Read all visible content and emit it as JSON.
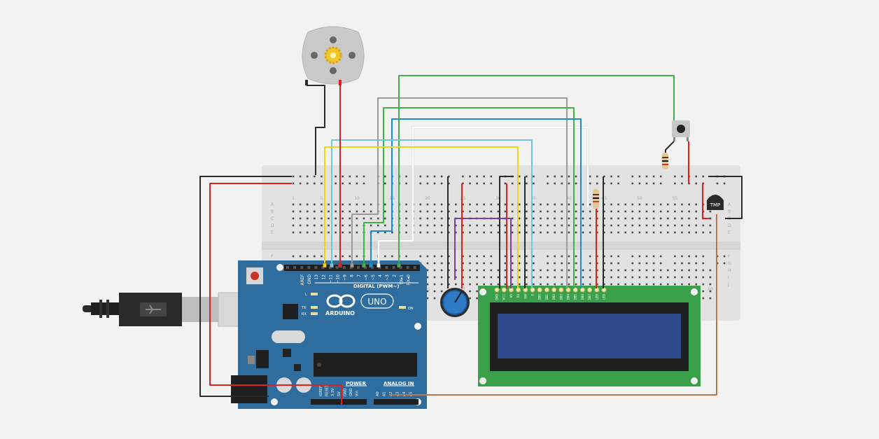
{
  "arduino": {
    "brand": "ARDUINO",
    "model": "UNO",
    "digital_label": "DIGITAL (PWM~)",
    "power_label": "POWER",
    "analog_label": "ANALOG IN",
    "on_label": "ON",
    "led_labels": [
      "L",
      "TX",
      "RX"
    ],
    "digital_pins": [
      "AREF",
      "GND",
      "13",
      "12",
      "~11",
      "~10",
      "~9",
      "8",
      "7",
      "~6",
      "~5",
      "4",
      "~3",
      "2",
      "TX▸1",
      "RX◂0"
    ],
    "power_pins": [
      "IOREF",
      "RESET",
      "3.3V",
      "5V",
      "GND",
      "GND",
      "Vin"
    ],
    "analog_pins": [
      "A0",
      "A1",
      "A2",
      "A3",
      "A4",
      "A5"
    ]
  },
  "breadboard": {
    "row_letters_top": [
      "A",
      "B",
      "C",
      "D",
      "E"
    ],
    "row_letters_bottom": [
      "F",
      "G",
      "H",
      "I",
      "J"
    ],
    "column_numbers": [
      "1",
      "5",
      "10",
      "15",
      "20",
      "25",
      "30",
      "35",
      "40",
      "45",
      "50",
      "55",
      "60"
    ]
  },
  "lcd": {
    "pins": [
      "GND",
      "VCC",
      "V0",
      "RS",
      "RW",
      "E",
      "DB0",
      "DB1",
      "DB2",
      "DB3",
      "DB4",
      "DB5",
      "DB6",
      "DB7",
      "LED",
      "LED"
    ]
  },
  "sensor": {
    "label": "TMP"
  },
  "colors": {
    "red": "#e0201b",
    "black": "#2a2a2a",
    "yellow": "#f2d31a",
    "green": "#3fb34a",
    "gray": "#9a9a9a",
    "blue": "#1a8ccf",
    "cyan": "#6fc7d9",
    "white": "#ffffff",
    "purple": "#7b3fa0",
    "brown": "#b5784a",
    "arduino": "#2f6d9e",
    "lcd_pcb": "#3aa04a",
    "lcd_screen": "#2c4a8c"
  }
}
